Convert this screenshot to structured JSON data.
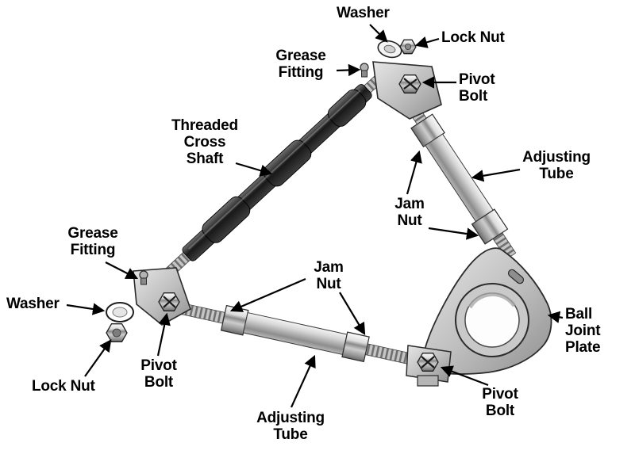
{
  "figure": {
    "background": "#ffffff"
  },
  "labels": {
    "washer_top": "Washer",
    "lock_nut_top": "Lock Nut",
    "grease_fitting_top": "Grease\nFitting",
    "pivot_bolt_top": "Pivot\nBolt",
    "threaded_cross_shaft": "Threaded\nCross\nShaft",
    "adjusting_tube_right": "Adjusting\nTube",
    "jam_nut_right": "Jam\nNut",
    "grease_fitting_left": "Grease\nFitting",
    "washer_left": "Washer",
    "lock_nut_left": "Lock Nut",
    "pivot_bolt_left": "Pivot\nBolt",
    "jam_nut_bottom": "Jam\nNut",
    "adjusting_tube_bottom": "Adjusting\nTube",
    "pivot_bolt_bottom": "Pivot\nBolt",
    "ball_joint_plate": "Ball\nJoint\nPlate"
  },
  "colors": {
    "label_text": "#000000",
    "leader_arrow": "#000000",
    "cross_shaft_dark": "#1c1c1c",
    "metal_light": "#cfcfcf",
    "metal_mid": "#8f8f8f",
    "outline": "#2b2b2b",
    "background": "#ffffff"
  }
}
